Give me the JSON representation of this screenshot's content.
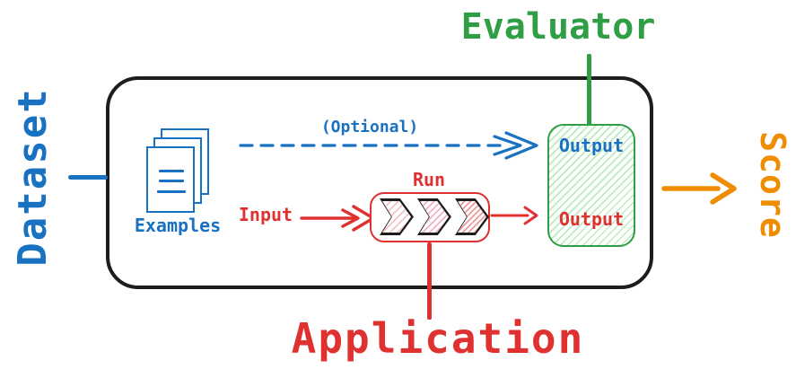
{
  "colors": {
    "blue": "#1971c2",
    "red": "#e03131",
    "green": "#2f9e44",
    "orange": "#f08c00",
    "ink": "#1d1d1d",
    "green_hatch": "#bfe8c5",
    "red_hatch_light": "#f6c3c3",
    "red_hatch_mid": "#f3b0c0",
    "red_hatch_strong": "#ee9a9a"
  },
  "labels": {
    "dataset": "Dataset",
    "examples": "Examples",
    "optional": "(Optional)",
    "input": "Input",
    "run": "Run",
    "application": "Application",
    "evaluator": "Evaluator",
    "evaluator_output": "Output",
    "application_output": "Output",
    "score": "Score"
  },
  "icons": {
    "examples": "stacked-documents-icon",
    "run_steps": "chevron-sequence-icon",
    "optional_arrow": "dashed-arrow-right-icon",
    "input_arrow": "arrow-right-icon",
    "run_output_arrow": "arrow-right-icon",
    "score_arrow": "arrow-right-icon"
  }
}
